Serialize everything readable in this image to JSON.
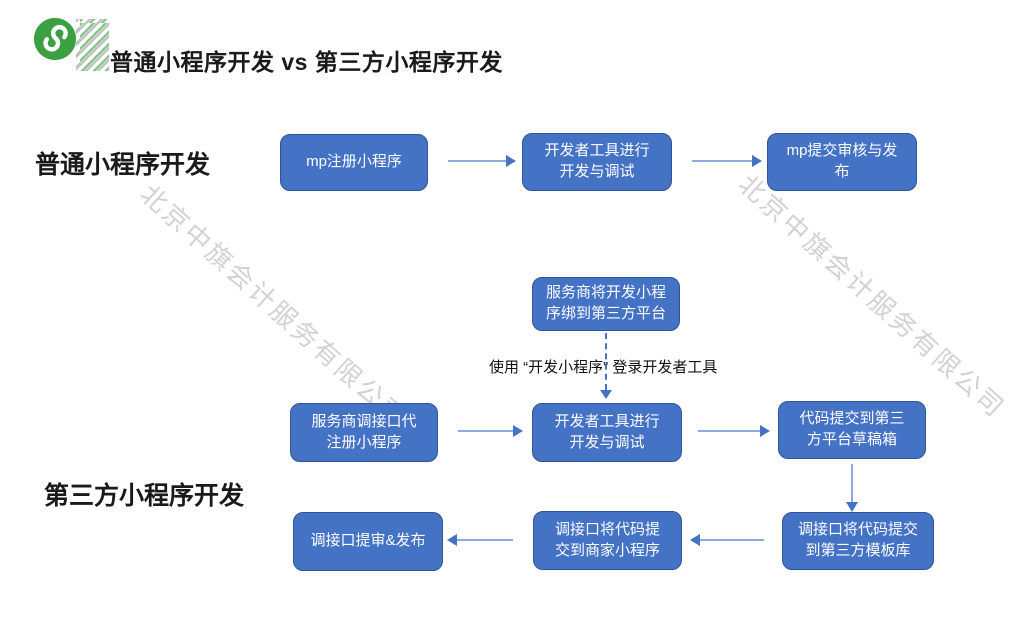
{
  "colors": {
    "box_fill": "#4472C4",
    "box_border": "#2F5597",
    "box_text": "#FFFFFF",
    "arrow_line": "#8FAADC",
    "arrow_head": "#4472C4",
    "watermark": "#D2D2D2",
    "logo_green": "#3C9F42",
    "text": "#1A1A1A"
  },
  "header": {
    "title": "普通小程序开发 vs 第三方小程序开发",
    "logo": "wechat-miniprogram-logo"
  },
  "watermark": {
    "text": "北京中旗会计服务有限公司"
  },
  "sections": {
    "normal": {
      "label": "普通小程序开发"
    },
    "third_party": {
      "label": "第三方小程序开发"
    }
  },
  "boxes": {
    "a1": "mp注册小程序",
    "a2": "开发者工具进行\n开发与调试",
    "a3": "mp提交审核与发\n布",
    "mid": "服务商将开发小程\n序绑到第三方平台",
    "b1": "服务商调接口代\n注册小程序",
    "b2": "开发者工具进行\n开发与调试",
    "b3": "代码提交到第三\n方平台草稿箱",
    "c3": "调接口将代码提交\n到第三方模板库",
    "c2": "调接口将代码提\n交到商家小程序",
    "c1": "调接口提审&发布"
  },
  "notes": {
    "dashed_arrow_label": "使用 “开发小程序” 登录开发者工具"
  }
}
